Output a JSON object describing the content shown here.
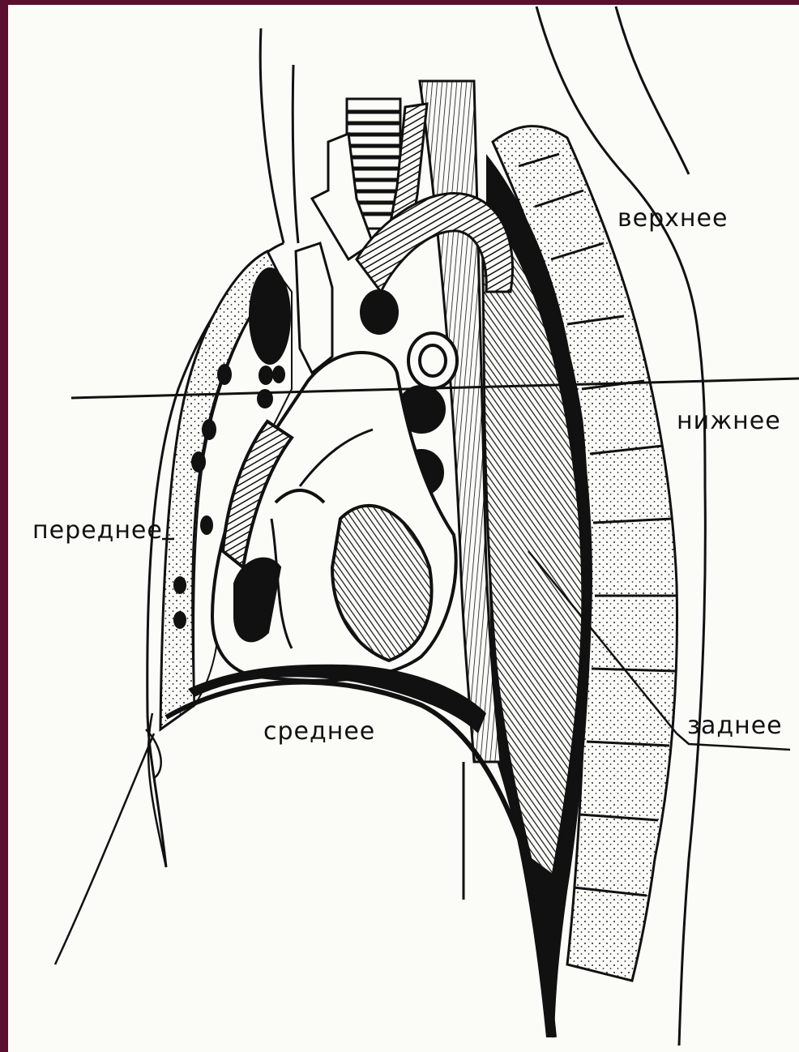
{
  "diagram": {
    "labels": {
      "superior": "верхнее",
      "inferior": "нижнее",
      "anterior": "переднее",
      "middle": "среднее",
      "posterior": "заднее"
    }
  },
  "colors": {
    "frame": "#5a0f2e",
    "paper": "#fbfbf8",
    "ink": "#111111"
  }
}
